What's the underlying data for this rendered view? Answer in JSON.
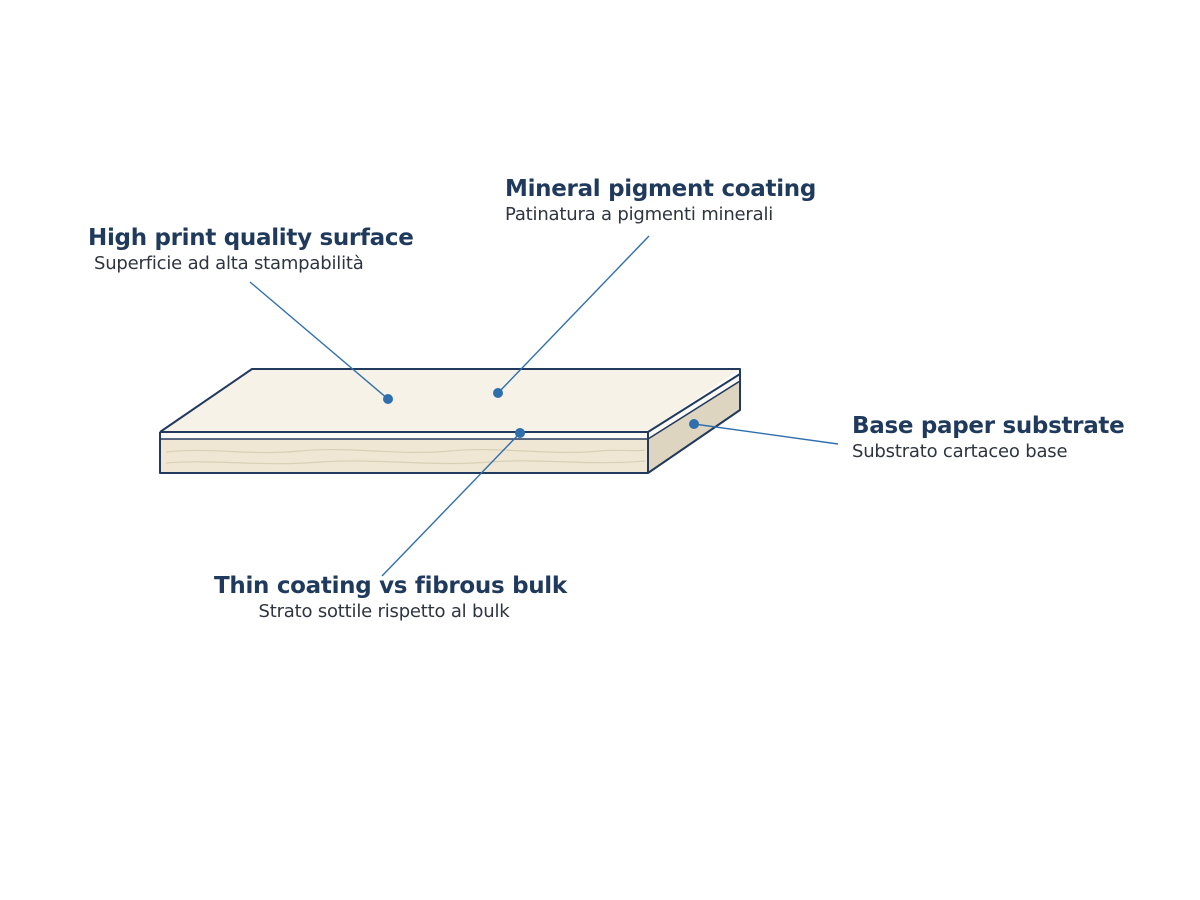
{
  "colors": {
    "title": "#1f3a5c",
    "subtitle": "#2e3440",
    "leader": "#2f6fae",
    "outline": "#223a5e",
    "top_face": "#f6f2e8",
    "coating_band": "#fbfaf6",
    "base_front": "#efe7d3",
    "base_side": "#ddd5bf",
    "fiber": "#d9cfb6"
  },
  "callouts": [
    {
      "id": "surface",
      "title": "High print quality surface",
      "subtitle": "Superficie ad alta stampabilità"
    },
    {
      "id": "coating",
      "title": "Mineral pigment coating",
      "subtitle": "Patinatura a pigmenti minerali"
    },
    {
      "id": "base",
      "title": "Base paper substrate",
      "subtitle": "Substrato cartaceo base"
    },
    {
      "id": "thin",
      "title": "Thin coating vs fibrous bulk",
      "subtitle": "Strato sottile rispetto al bulk"
    }
  ]
}
